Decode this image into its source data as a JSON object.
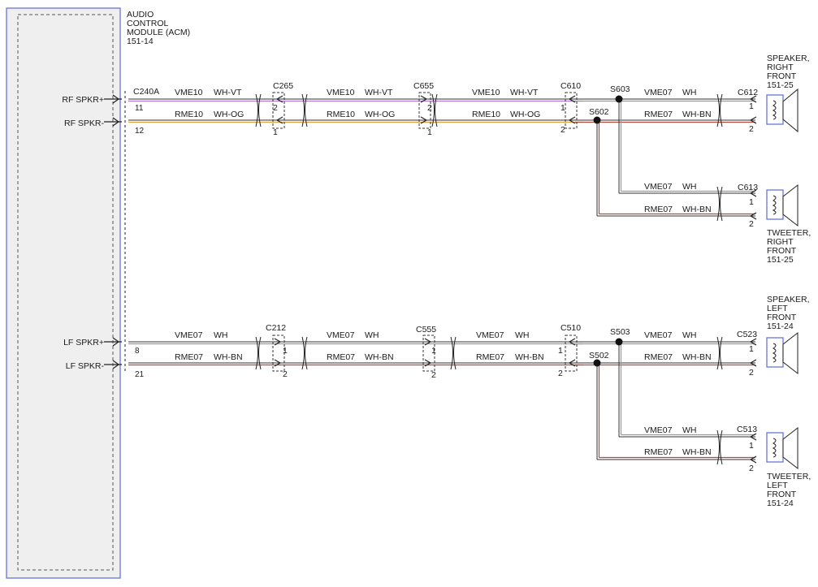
{
  "module": {
    "name_lines": [
      "AUDIO",
      "CONTROL",
      "MODULE (ACM)",
      "151-14"
    ],
    "pins": [
      "RF SPKR+",
      "RF SPKR-",
      "LF SPKR+",
      "LF SPKR-"
    ],
    "connector": "C240A",
    "pin_numbers": [
      "11",
      "12",
      "8",
      "21"
    ]
  },
  "devices": {
    "rf_speaker": [
      "SPEAKER,",
      "RIGHT",
      "FRONT",
      "151-25"
    ],
    "rf_tweeter": [
      "TWEETER,",
      "RIGHT",
      "FRONT",
      "151-25"
    ],
    "lf_speaker": [
      "SPEAKER,",
      "LEFT",
      "FRONT",
      "151-24"
    ],
    "lf_tweeter": [
      "TWEETER,",
      "LEFT",
      "FRONT",
      "151-24"
    ]
  },
  "connectors": {
    "c265": "C265",
    "c655": "C655",
    "c610": "C610",
    "c612": "C612",
    "c613": "C613",
    "c212": "C212",
    "c555": "C555",
    "c510": "C510",
    "c523": "C523",
    "c513": "C513"
  },
  "splices": {
    "s603": "S603",
    "s602": "S602",
    "s503": "S503",
    "s502": "S502"
  },
  "wires": {
    "vme10": "VME10",
    "rme10": "RME10",
    "vme07": "VME07",
    "rme07": "RME07",
    "wh_vt": "WH-VT",
    "wh_og": "WH-OG",
    "wh": "WH",
    "wh_bn": "WH-BN"
  },
  "pins": {
    "p1": "1",
    "p2": "2"
  },
  "colors": {
    "module_border": "#5a6bd8",
    "module_fill": "#efefef",
    "wire_wh": "#9a9a9a",
    "wire_vt": "#b07ad6",
    "wire_og": "#e0a040",
    "wire_bn": "#b04a3a",
    "connector_box": "#5a6bd8"
  }
}
